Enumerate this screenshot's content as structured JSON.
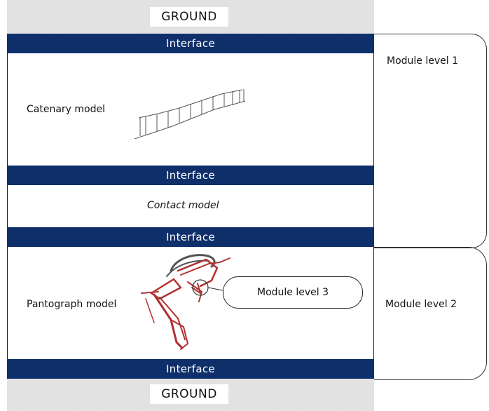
{
  "ground": {
    "top_label": "GROUND",
    "bottom_label": "GROUND"
  },
  "interfaces": [
    {
      "label": "Interface"
    },
    {
      "label": "Interface"
    },
    {
      "label": "Interface"
    },
    {
      "label": "Interface"
    }
  ],
  "models": {
    "catenary": "Catenary model",
    "contact": "Contact model",
    "pantograph": "Pantograph model"
  },
  "module_levels": {
    "level1": "Module level 1",
    "level2": "Module level 2",
    "level3": "Module level 3"
  },
  "colors": {
    "interface_band": "#0f2f6b",
    "ground_fill": "#e4e4e4",
    "pantograph_red": "#b03030",
    "pantograph_dark": "#555555"
  },
  "icons": {
    "catenary": "catenary-wire-icon",
    "pantograph": "pantograph-icon"
  }
}
